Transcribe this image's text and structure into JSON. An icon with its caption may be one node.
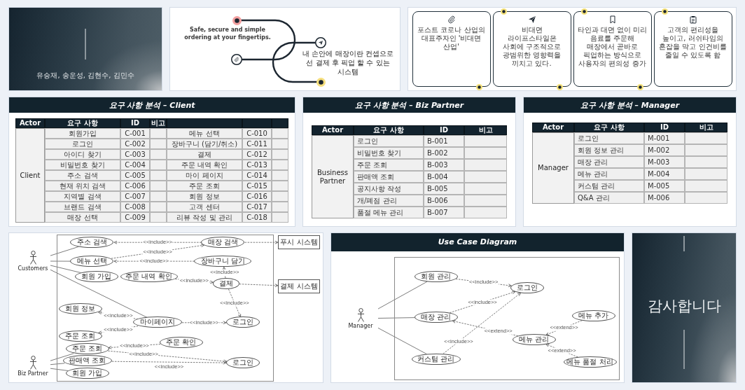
{
  "diagram": {
    "nodes": [
      {
        "text": [
          "유승재, 송운성, 김현수, 김민수"
        ]
      },
      {
        "text": [
          "Safe, secure and simple ordering at your fingertips.",
          "내 손안에 매장이란 컨셉으로 선 결제 후 픽업 할 수 있는 시스템"
        ]
      },
      {
        "text": [],
        "shape": "box"
      },
      {
        "text": [
          "포스트 코로나 산업의 대표주자인 '비대면 산업'"
        ],
        "in": 2
      },
      {
        "text": [
          "비대면 라이프스타일은 사회에 구조적으로 광범위한 영향력을 끼치고 있다."
        ],
        "in": 2
      },
      {
        "text": [
          "타인과 대면 없이 미리 음료를 주문해 매장에서 곧바로 픽업하는 방식으로 사용자의 편의성 증가"
        ],
        "in": 2
      },
      {
        "text": [
          "고객의 편리성을 높이고, 러쉬타임의 혼잡을 막고 인건비를 줄일 수 있도록 함"
        ],
        "in": 2
      },
      {
        "text": [
          "요구 사항 분석 – Client"
        ]
      },
      {
        "text": [
          "요구 사항 분석 – Biz Partner"
        ]
      },
      {
        "text": [
          "요구 사항 분석 – Manager"
        ]
      },
      {
        "text": [],
        "shape": "box"
      },
      {
        "text": [],
        "shape": "box",
        "in": 10
      },
      {
        "text": [
          "Customers"
        ],
        "in": 10
      },
      {
        "text": [
          "Biz Partner"
        ],
        "in": 10
      },
      {
        "text": [
          "주소 검색"
        ],
        "in": 11
      },
      {
        "text": [
          "매장 검색"
        ],
        "in": 11
      },
      {
        "text": [
          "메뉴 선택"
        ],
        "in": 11
      },
      {
        "text": [
          "장바구니 담기"
        ],
        "in": 11
      },
      {
        "text": [
          "주문 내역 확인"
        ],
        "in": 11
      },
      {
        "text": [
          "회원 가입"
        ],
        "in": 11
      },
      {
        "text": [
          "결제"
        ],
        "in": 11
      },
      {
        "text": [
          "회원 정보"
        ],
        "in": 11
      },
      {
        "text": [
          "마이페이지"
        ],
        "in": 11
      },
      {
        "text": [
          "로그인"
        ],
        "in": 11
      },
      {
        "text": [
          "주문 조회"
        ],
        "in": 11
      },
      {
        "text": [
          "주문 확인"
        ],
        "in": 11
      },
      {
        "text": [
          "주문 조회"
        ],
        "in": 11
      },
      {
        "text": [
          "판매액 조회"
        ],
        "in": 11
      },
      {
        "text": [
          "로그인"
        ],
        "in": 11
      },
      {
        "text": [
          "회원 가입"
        ],
        "in": 11
      },
      {
        "text": [
          "푸시 시스템"
        ],
        "in": 10
      },
      {
        "text": [
          "결제 시스템"
        ],
        "in": 10
      },
      {
        "text": [
          "Use Case Diagram"
        ]
      },
      {
        "text": [],
        "shape": "box",
        "in": 32
      },
      {
        "text": [
          "Manager"
        ],
        "in": 32
      },
      {
        "text": [
          "회원 관리"
        ],
        "in": 33
      },
      {
        "text": [
          "매장 관리"
        ],
        "in": 33
      },
      {
        "text": [
          "커스텀 관리"
        ],
        "in": 33
      },
      {
        "text": [
          "로그인"
        ],
        "in": 33
      },
      {
        "text": [
          "메뉴 관리"
        ],
        "in": 33
      },
      {
        "text": [
          "메뉴 추가"
        ],
        "in": 33
      },
      {
        "text": [
          "메뉴 품절 처리"
        ],
        "in": 33
      },
      {
        "text": [
          "감사합니다"
        ]
      }
    ],
    "edges": [
      {
        "from": 12,
        "to": 14,
        "arrow": "none"
      },
      {
        "from": 12,
        "to": 16,
        "arrow": "none"
      },
      {
        "from": 12,
        "to": 19,
        "arrow": "none"
      },
      {
        "from": 12,
        "to": 22,
        "arrow": "none"
      },
      {
        "from": 15,
        "to": 14,
        "arrow": "to",
        "label": "<<include>>",
        "style": "dashed"
      },
      {
        "from": 16,
        "to": 15,
        "arrow": "to",
        "label": "<<include>>",
        "style": "dashed"
      },
      {
        "from": 17,
        "to": 16,
        "arrow": "to",
        "label": "<<include>>",
        "style": "dashed"
      },
      {
        "from": 20,
        "to": 17,
        "arrow": "to",
        "label": "<<include>>",
        "style": "dashed"
      },
      {
        "from": 18,
        "to": 20,
        "arrow": "to",
        "label": "<<include>>",
        "style": "dashed"
      },
      {
        "from": 20,
        "to": 23,
        "arrow": "to",
        "label": "<<include>>",
        "style": "dashed"
      },
      {
        "from": 22,
        "to": 23,
        "arrow": "to",
        "label": "<<include>>",
        "style": "dashed"
      },
      {
        "from": 22,
        "to": 21,
        "arrow": "to",
        "label": "<<include>>",
        "style": "dashed"
      },
      {
        "from": 22,
        "to": 24,
        "arrow": "to",
        "label": "<<include>>",
        "style": "dashed"
      },
      {
        "from": 15,
        "to": 30,
        "arrow": "to",
        "style": "dashed"
      },
      {
        "from": 20,
        "to": 31,
        "arrow": "to",
        "style": "dashed"
      },
      {
        "from": 25,
        "to": 26,
        "arrow": "to",
        "label": "<<include>>",
        "style": "dashed"
      },
      {
        "from": 26,
        "to": 28,
        "arrow": "to",
        "label": "<<include>>",
        "style": "dashed"
      },
      {
        "from": 27,
        "to": 28,
        "arrow": "to",
        "label": "<<include>>",
        "style": "dashed"
      },
      {
        "from": 13,
        "to": 26,
        "arrow": "none"
      },
      {
        "from": 13,
        "to": 27,
        "arrow": "none"
      },
      {
        "from": 13,
        "to": 29,
        "arrow": "none"
      },
      {
        "from": 34,
        "to": 35,
        "arrow": "none"
      },
      {
        "from": 34,
        "to": 36,
        "arrow": "none"
      },
      {
        "from": 34,
        "to": 37,
        "arrow": "none"
      },
      {
        "from": 35,
        "to": 38,
        "arrow": "to",
        "label": "<<include>>",
        "style": "dashed"
      },
      {
        "from": 36,
        "to": 38,
        "arrow": "to",
        "label": "<<include>>",
        "style": "dashed"
      },
      {
        "from": 37,
        "to": 38,
        "arrow": "to",
        "label": "<<include>>",
        "style": "dashed"
      },
      {
        "from": 39,
        "to": 36,
        "arrow": "to",
        "label": "<<extend>>",
        "style": "dashed"
      },
      {
        "from": 40,
        "to": 39,
        "arrow": "to",
        "label": "<<extend>>",
        "style": "dashed"
      },
      {
        "from": 41,
        "to": 39,
        "arrow": "to",
        "label": "<<extend>>",
        "style": "dashed"
      }
    ],
    "labels": [
      "Actor",
      "요구 사항",
      "ID",
      "비고",
      "Client",
      "회원가입",
      "C-001",
      "로그인",
      "C-002",
      "아이디 찾기",
      "C-003",
      "비밀번호 찾기",
      "C-004",
      "주소 검색",
      "C-005",
      "현재 위치 검색",
      "C-006",
      "지역별 검색",
      "C-007",
      "브랜드 검색",
      "C-008",
      "매장 선택",
      "C-009",
      "메뉴 선택",
      "C-010",
      "장바구니 (담기/취소)",
      "C-011",
      "결제",
      "C-012",
      "주문 내역 확인",
      "C-013",
      "마이 페이지",
      "C-014",
      "주문 조회",
      "C-015",
      "회원 정보",
      "C-016",
      "고객 센터",
      "C-017",
      "리뷰 작성 및 관리",
      "C-018",
      "Actor",
      "요구 사항",
      "ID",
      "비고",
      "Business Partner",
      "로그인",
      "B-001",
      "비밀번호 찾기",
      "B-002",
      "주문 조회",
      "B-003",
      "판매액 조회",
      "B-004",
      "공지사항 작성",
      "B-005",
      "개/폐점 관리",
      "B-006",
      "품절 메뉴 관리",
      "B-007",
      "Actor",
      "요구 사항",
      "ID",
      "비고",
      "Manager",
      "로그인",
      "M-001",
      "회원 정보 관리",
      "M-002",
      "매장 관리",
      "M-003",
      "메뉴 관리",
      "M-004",
      "커스텀 관리",
      "M-005",
      "Q&A 관리",
      "M-006"
    ]
  }
}
